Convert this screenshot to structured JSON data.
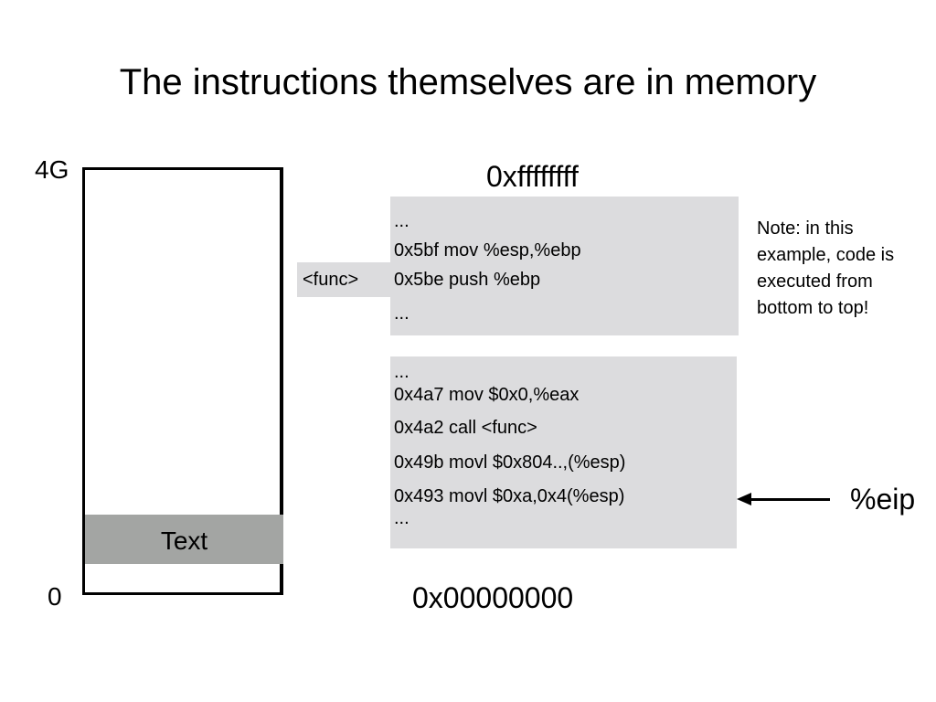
{
  "title": "The instructions themselves are in memory",
  "memory": {
    "top_label": "4G",
    "bottom_label": "0",
    "segment_label": "Text"
  },
  "addresses": {
    "top": "0xffffffff",
    "bottom": "0x00000000"
  },
  "upper_block": {
    "ellipsis_top": "...",
    "line1": "0x5bf mov %esp,%ebp",
    "func_label": "<func>",
    "line2": "0x5be push %ebp",
    "ellipsis_bottom": "..."
  },
  "lower_block": {
    "ellipsis_top": "...",
    "line1": "0x4a7 mov $0x0,%eax",
    "line2": "0x4a2 call <func>",
    "line3": "0x49b movl $0x804..,(%esp)",
    "line4": "0x493 movl $0xa,0x4(%esp)",
    "ellipsis_bottom": "..."
  },
  "note": "Note: in this example, code is executed from bottom to top!",
  "pointer": {
    "label": "%eip"
  }
}
